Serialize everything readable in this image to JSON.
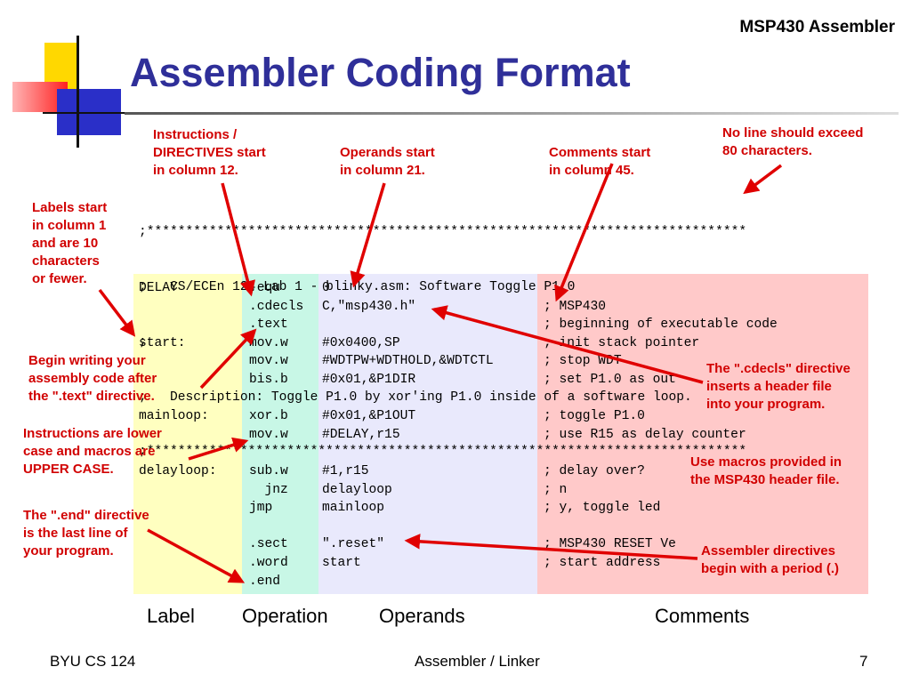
{
  "header": {
    "topic": "MSP430 Assembler",
    "title": "Assembler Coding Format"
  },
  "code_header": [
    ";*****************************************************************************",
    ";   CS/ECEn 124 Lab 1 - blinky.asm: Software Toggle P1.0",
    ";",
    ";   Description: Toggle P1.0 by xor'ing P1.0 inside of a software loop.",
    ";*****************************************************************************"
  ],
  "code_rows": [
    {
      "label": "DELAY",
      "op": ".equ",
      "operands": "0",
      "comment": ""
    },
    {
      "label": "",
      "op": ".cdecls",
      "operands": "C,\"msp430.h\"",
      "comment": "; MSP430"
    },
    {
      "label": "",
      "op": ".text",
      "operands": "",
      "comment": "; beginning of executable code"
    },
    {
      "label": "start:",
      "op": "mov.w",
      "operands": "#0x0400,SP",
      "comment": "; init stack pointer"
    },
    {
      "label": "",
      "op": "mov.w",
      "operands": "#WDTPW+WDTHOLD,&WDTCTL",
      "comment": "; stop WDT"
    },
    {
      "label": "",
      "op": "bis.b",
      "operands": "#0x01,&P1DIR",
      "comment": "; set P1.0 as out"
    },
    {
      "label": "",
      "op": "",
      "operands": "",
      "comment": ""
    },
    {
      "label": "mainloop:",
      "op": "xor.b",
      "operands": "#0x01,&P1OUT",
      "comment": "; toggle P1.0"
    },
    {
      "label": "",
      "op": "mov.w",
      "operands": "#DELAY,r15",
      "comment": "; use R15 as delay counter"
    },
    {
      "label": "",
      "op": "",
      "operands": "",
      "comment": ""
    },
    {
      "label": "delayloop:",
      "op": "sub.w",
      "operands": "#1,r15",
      "comment": "; delay over?"
    },
    {
      "label": "",
      "op": "  jnz",
      "operands": "delayloop",
      "comment": "; n"
    },
    {
      "label": "",
      "op": "jmp",
      "operands": "mainloop",
      "comment": "; y, toggle led"
    },
    {
      "label": "",
      "op": "",
      "operands": "",
      "comment": ""
    },
    {
      "label": "",
      "op": ".sect",
      "operands": "\".reset\"",
      "comment": "; MSP430 RESET Ve"
    },
    {
      "label": "",
      "op": ".word",
      "operands": "start",
      "comment": "; start address"
    },
    {
      "label": "",
      "op": ".end",
      "operands": "",
      "comment": ""
    }
  ],
  "annotations": {
    "instructions_directives": "Instructions /\nDIRECTIVES start\nin column 12.",
    "operands_start": "Operands start\nin column 21.",
    "comments_start": "Comments start\nin column 45.",
    "line_limit": "No line should exceed\n80 characters.",
    "labels_start": "Labels start\nin column 1\nand are 10\ncharacters\nor fewer.",
    "begin_writing": "Begin writing your\nassembly code after\nthe \".text\" directive.",
    "lower_case": "Instructions are lower\ncase and macros are\nUPPER CASE.",
    "end_directive": "The \".end\" directive\nis the last line of\nyour program.",
    "cdecls_directive": "The \".cdecls\" directive\ninserts a header file\ninto your program.",
    "use_macros": "Use macros provided in\nthe MSP430 header file.",
    "period_directives": "Assembler directives\nbegin with a period (.)"
  },
  "column_captions": {
    "label": "Label",
    "operation": "Operation",
    "operands": "Operands",
    "comments": "Comments"
  },
  "footer": {
    "left": "BYU CS 124",
    "center": "Assembler / Linker",
    "page": "7"
  },
  "colors": {
    "title": "#2f2f99",
    "annotation": "#d10000",
    "label_col": "#ffffc0",
    "op_col": "#c8f7e6",
    "operands_col": "#e9e9fc",
    "comments_col": "#ffc9c9"
  }
}
